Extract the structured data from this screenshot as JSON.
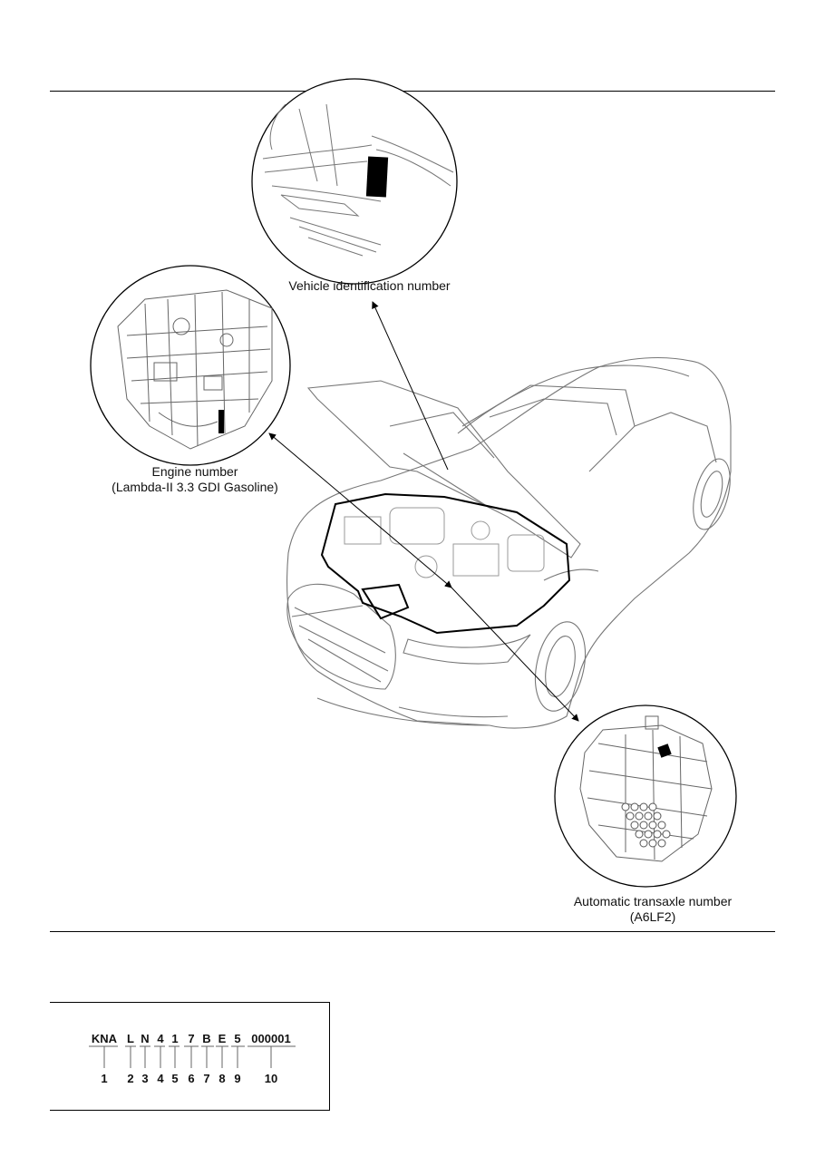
{
  "labels": {
    "vin_location": "Vehicle identification number",
    "engine_number": "Engine number",
    "engine_model": "(Lambda-II 3.3 GDI Gasoline)",
    "transaxle_number": "Automatic transaxle number",
    "transaxle_model": "(A6LF2)"
  },
  "vin_code": {
    "segments": [
      "KNA",
      "L",
      "N",
      "4",
      "1",
      "7",
      "B",
      "E",
      "5",
      "000001"
    ],
    "indices": [
      "1",
      "2",
      "3",
      "4",
      "5",
      "6",
      "7",
      "8",
      "9",
      "10"
    ]
  }
}
